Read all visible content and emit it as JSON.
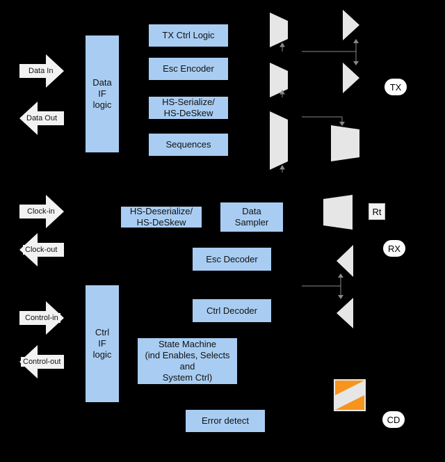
{
  "blocks": {
    "data_if": "Data\nIF\nlogic",
    "tx_ctrl": "TX Ctrl Logic",
    "esc_encoder": "Esc Encoder",
    "hs_serialize": "HS-Serialize/\nHS-DeSkew",
    "sequences": "Sequences",
    "hs_deserialize": "HS-Deserialize/\nHS-DeSkew",
    "data_sampler": "Data\nSampler",
    "esc_decoder": "Esc Decoder",
    "ctrl_decoder": "Ctrl Decoder",
    "ctrl_if": "Ctrl\nIF\nlogic",
    "state_machine": "State Machine\n(ind Enables, Selects and\nSystem Ctrl)",
    "error_detect": "Error detect"
  },
  "ports": {
    "data_in": "Data In",
    "data_out": "Data Out",
    "clock_in": "Clock-in",
    "clock_out": "Clock-out",
    "control_in": "Control-in",
    "control_out": "Control-out"
  },
  "labels": {
    "tx": "TX",
    "rx": "RX",
    "cd": "CD",
    "rt": "Rt"
  },
  "colors": {
    "block": "#a9cdf2",
    "driver": "#e6e6e6",
    "contention": "#f7941d"
  }
}
